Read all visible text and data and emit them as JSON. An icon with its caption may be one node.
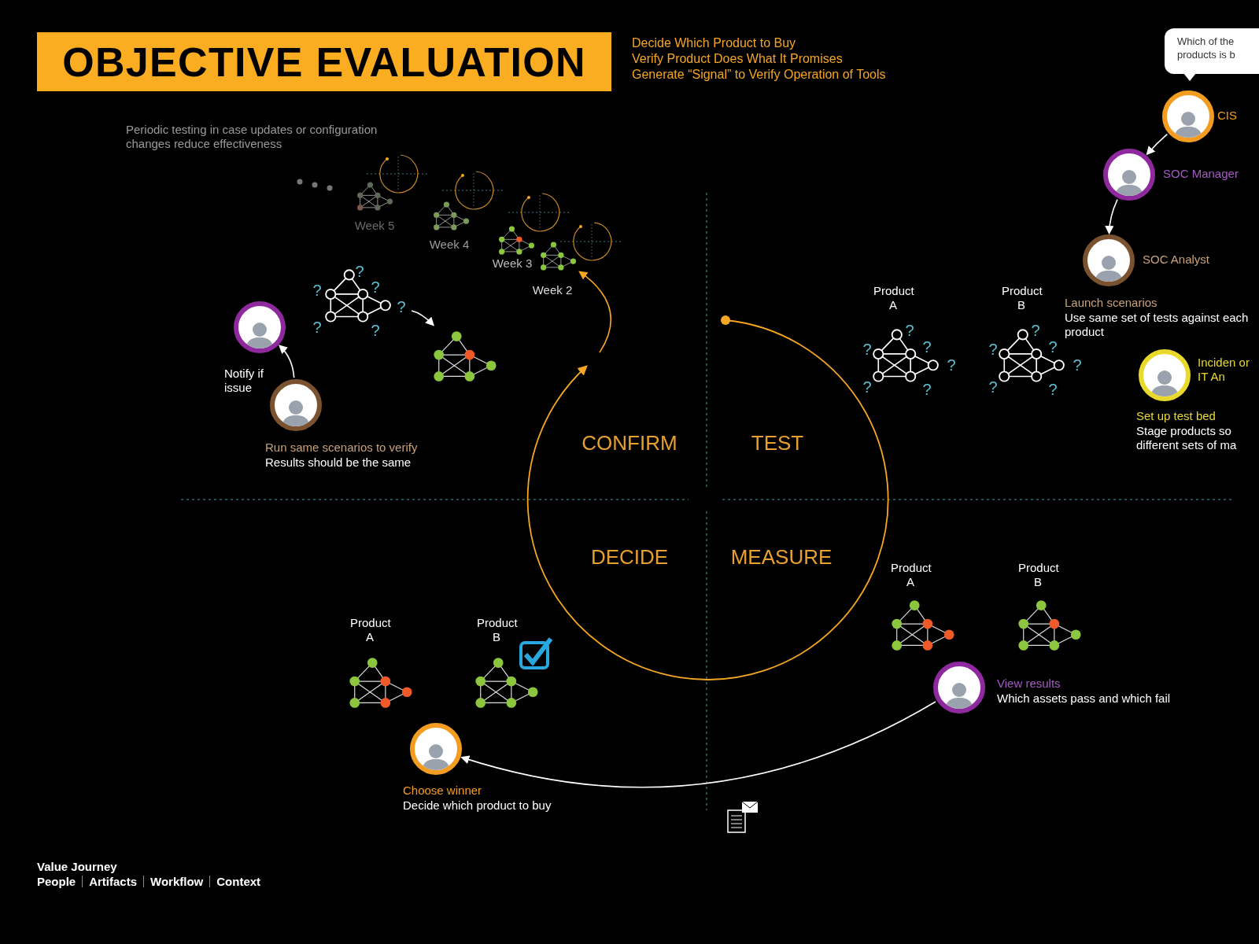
{
  "diagram": {
    "title": "OBJECTIVE EVALUATION",
    "nodes": [
      {
        "text": [
          "Which of the products is b"
        ]
      },
      {
        "text": [],
        "shape": "person",
        "beside": [
          "CIS"
        ]
      },
      {
        "text": [],
        "shape": "person",
        "beside": [
          "SOC Manager"
        ]
      },
      {
        "text": [],
        "shape": "person",
        "beside": [
          "SOC Analyst",
          "Launch scenarios",
          "Use same set of tests against each product"
        ]
      },
      {
        "text": [],
        "shape": "person",
        "beside": [
          "Inciden or IT An",
          "Set up test bed",
          "Stage products so different sets of ma"
        ]
      },
      {
        "text": [],
        "shape": "picture",
        "beside": [
          "Week 5"
        ]
      },
      {
        "text": [],
        "shape": "picture",
        "beside": [
          "Week 4"
        ]
      },
      {
        "text": [],
        "shape": "picture",
        "beside": [
          "Week 3"
        ]
      },
      {
        "text": [],
        "shape": "picture",
        "beside": [
          "Week 2"
        ]
      },
      {
        "text": [
          "?",
          "?",
          "?",
          "?",
          "?",
          "?"
        ]
      },
      {
        "text": [],
        "shape": "picture"
      },
      {
        "text": [],
        "shape": "person"
      },
      {
        "text": [],
        "shape": "person",
        "beside": [
          "Run same scenarios to verify",
          "Results should be the same"
        ]
      },
      {
        "text": [
          "?",
          "?",
          "?",
          "?",
          "?",
          "?"
        ],
        "beside": [
          "Product A"
        ]
      },
      {
        "text": [
          "?",
          "?",
          "?",
          "?",
          "?",
          "?"
        ],
        "beside": [
          "Product B"
        ]
      },
      {
        "text": [],
        "shape": "picture",
        "beside": [
          "Product A"
        ]
      },
      {
        "text": [],
        "shape": "picture",
        "beside": [
          "Product B"
        ]
      },
      {
        "text": [],
        "shape": "person",
        "beside": [
          "View results",
          "Which assets pass and which fail"
        ]
      },
      {
        "text": [],
        "shape": "picture",
        "beside": [
          "Product A"
        ]
      },
      {
        "text": [],
        "shape": "picture",
        "beside": [
          "Product B"
        ]
      },
      {
        "text": [],
        "shape": "person",
        "beside": [
          "Choose winner",
          "Decide which product to buy"
        ]
      }
    ],
    "edges": [
      {
        "from": 1,
        "to": 2,
        "arrow": "to"
      },
      {
        "from": 2,
        "to": 3,
        "arrow": "to"
      },
      {
        "from": 9,
        "to": 10,
        "arrow": "to"
      },
      {
        "from": 12,
        "to": 11,
        "arrow": "to",
        "label": "Notify if issue"
      },
      {
        "from": 17,
        "to": 20,
        "arrow": "to"
      },
      {
        "from": null,
        "to": 8,
        "arrow": "to",
        "color": "#f5a623"
      }
    ],
    "labels": [
      "Decide Which Product to Buy",
      "Verify Product Does What It Promises",
      "Generate “Signal” to Verify Operation of Tools",
      "Periodic testing in case updates or configuration changes reduce effectiveness",
      "CONFIRM",
      "TEST",
      "DECIDE",
      "MEASURE",
      "Value Journey",
      "People",
      "Artifacts",
      "Workflow",
      "Context"
    ]
  }
}
